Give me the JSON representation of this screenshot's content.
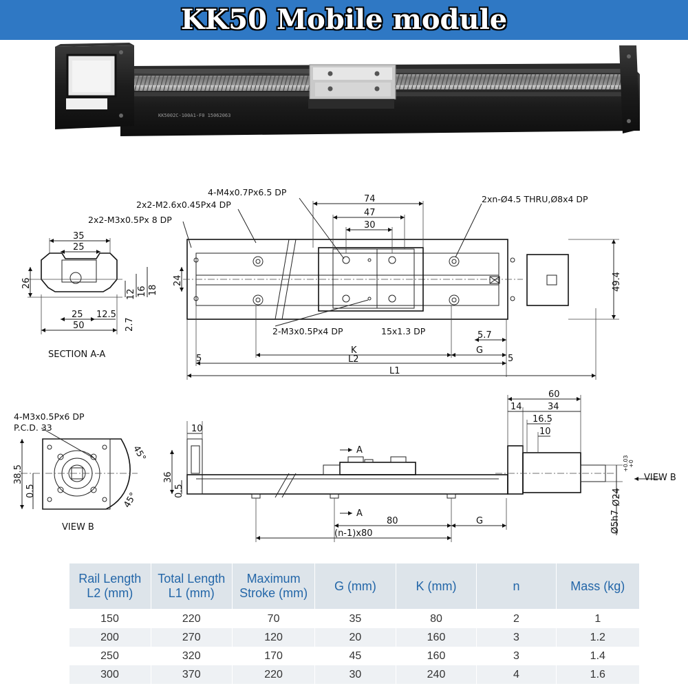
{
  "title": "KK50 Mobile module",
  "photo": {
    "serial_text": "KK5002C-100A1-F0 15062063"
  },
  "top_view": {
    "tap_main": "4-M4x0.7Px6.5 DP",
    "tap_small": "2x2-M2.6x0.45Px4 DP",
    "tap_side": "2x2-M3x0.5Px 8 DP",
    "thru_holes": "2xn-Ø4.5 THRU,Ø8x4 DP",
    "tap_bottom": "2-M3x0.5Px4 DP",
    "tap_groove": "15x1.3 DP",
    "dim_74": "74",
    "dim_47": "47",
    "dim_30": "30",
    "dim_24": "24",
    "dim_49_4": "49.4",
    "dim_k": "K",
    "dim_g": "G",
    "dim_5_7": "5.7",
    "dim_l2": "L2",
    "dim_l1": "L1",
    "dim_5a": "5",
    "dim_5b": "5"
  },
  "section": {
    "label": "SECTION A-A",
    "dim_35": "35",
    "dim_25_top": "25",
    "dim_26": "26",
    "dim_12": "12",
    "dim_16": "16",
    "dim_18": "18",
    "dim_25_bot": "25",
    "dim_12_5": "12.5",
    "dim_2_7": "2.7",
    "dim_50": "50"
  },
  "view_b": {
    "label": "VIEW B",
    "tap": "4-M3x0.5Px6 DP",
    "pcd": "P.C.D. 33",
    "dim_38_5": "38.5",
    "dim_0_5": "0.5",
    "angle_a": "45°",
    "angle_b": "45°"
  },
  "side_view": {
    "dim_10": "10",
    "dim_36": "36",
    "dim_0_5": "0.5",
    "section_mark_top": "A",
    "section_mark_bot": "A",
    "dim_80": "80",
    "dim_g": "G",
    "dim_pitch": "(n-1)x80",
    "dim_60": "60",
    "dim_14": "14",
    "dim_34": "34",
    "dim_16_5": "16.5",
    "dim_10b": "10",
    "shaft_24": "Ø24",
    "tol_plus": "+0.03",
    "tol_zero": "+0",
    "shaft_5": "Ø5h7",
    "view_b_arrow": "VIEW B"
  },
  "table": {
    "headers": [
      [
        "Rail Length",
        "L2 (mm)"
      ],
      [
        "Total Length",
        "L1 (mm)"
      ],
      [
        "Maximum",
        "Stroke (mm)"
      ],
      [
        "G (mm)"
      ],
      [
        "K (mm)"
      ],
      [
        "n"
      ],
      [
        "Mass (kg)"
      ]
    ],
    "rows": [
      [
        "150",
        "220",
        "70",
        "35",
        "80",
        "2",
        "1"
      ],
      [
        "200",
        "270",
        "120",
        "20",
        "160",
        "3",
        "1.2"
      ],
      [
        "250",
        "320",
        "170",
        "45",
        "160",
        "3",
        "1.4"
      ],
      [
        "300",
        "370",
        "220",
        "30",
        "240",
        "4",
        "1.6"
      ]
    ]
  }
}
